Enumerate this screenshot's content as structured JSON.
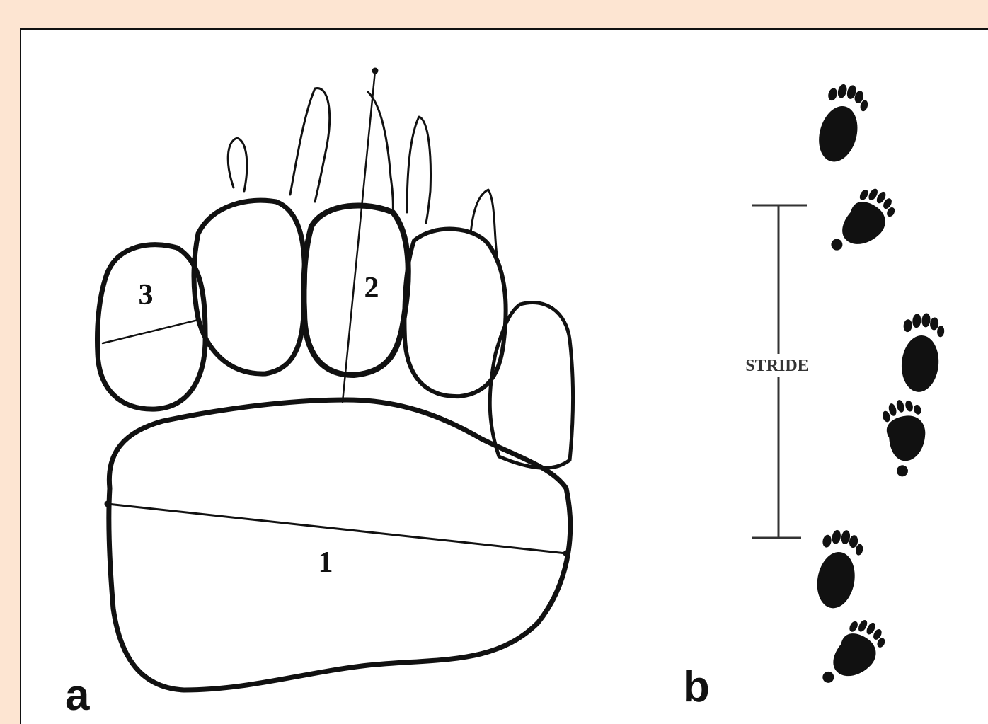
{
  "figure": {
    "panels": [
      {
        "label": "a",
        "measurements": [
          "1",
          "2",
          "3"
        ]
      },
      {
        "label": "b",
        "stride_label": "STRIDE",
        "footprint_count": 6
      }
    ]
  },
  "colors": {
    "background": "#fde5d2",
    "panel": "#ffffff",
    "ink": "#111111"
  }
}
